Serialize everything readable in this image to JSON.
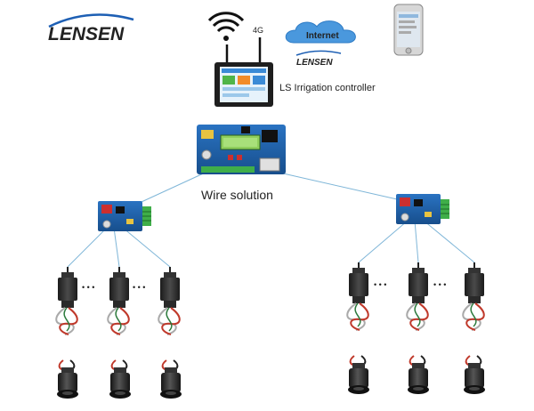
{
  "brand": {
    "name": "LENSEN",
    "color": "#f28c28",
    "accent": "#1d5fb4"
  },
  "cloud": {
    "label": "Internet",
    "color": "#3a8ad6",
    "logo": "LENSEN"
  },
  "signal": {
    "label": "4G",
    "icon": "wifi-icon"
  },
  "controller": {
    "label": "LS Irrigation controller"
  },
  "main_board": {
    "icon": "main-circuit-board"
  },
  "wire": {
    "label": "Wire solution",
    "color": "#7fb6d8"
  },
  "ellipsis": "• • •",
  "groups": [
    {
      "name": "left",
      "decoders": 3,
      "valves": 3
    },
    {
      "name": "right",
      "decoders": 3,
      "valves": 3
    }
  ],
  "colors": {
    "board": "#1f5fa6",
    "decoder_body": "#2b2b2b",
    "terminal": "#3fae49",
    "wire_red": "#c0392b"
  }
}
